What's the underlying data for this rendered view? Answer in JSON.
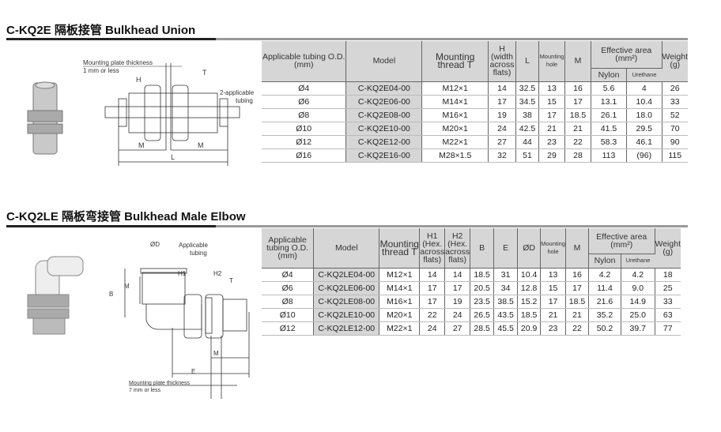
{
  "section1": {
    "title": "C-KQ2E  隔板接管 Bulkhead Union",
    "diagram": {
      "plate_label_1": "Mounting plate thickness",
      "plate_label_2": "1 mm or less",
      "h": "H",
      "t": "T",
      "tubing_1": "2-applicable",
      "tubing_2": "tubing",
      "m": "M",
      "l": "L"
    },
    "headers": {
      "tubing": "Applicable tubing O.D. (mm)",
      "model": "Model",
      "thread": "Mounting thread T",
      "h": "H (width across flats)",
      "l": "L",
      "hole": "Mounting hole",
      "m": "M",
      "eff": "Effective area (mm²)",
      "nylon": "Nylon",
      "urethane": "Urethane",
      "weight": "Weight (g)"
    },
    "rows": [
      [
        "Ø4",
        "C-KQ2E04-00",
        "M12×1",
        "14",
        "32.5",
        "13",
        "16",
        "5.6",
        "4",
        "26"
      ],
      [
        "Ø6",
        "C-KQ2E06-00",
        "M14×1",
        "17",
        "34.5",
        "15",
        "17",
        "13.1",
        "10.4",
        "33"
      ],
      [
        "Ø8",
        "C-KQ2E08-00",
        "M16×1",
        "19",
        "38",
        "17",
        "18.5",
        "26.1",
        "18.0",
        "52"
      ],
      [
        "Ø10",
        "C-KQ2E10-00",
        "M20×1",
        "24",
        "42.5",
        "21",
        "21",
        "41.5",
        "29.5",
        "70"
      ],
      [
        "Ø12",
        "C-KQ2E12-00",
        "M22×1",
        "27",
        "44",
        "23",
        "22",
        "58.3",
        "46.1",
        "90"
      ],
      [
        "Ø16",
        "C-KQ2E16-00",
        "M28×1.5",
        "32",
        "51",
        "29",
        "28",
        "113",
        "(96)",
        "115"
      ]
    ]
  },
  "section2": {
    "title": "C-KQ2LE  隔板弯接管 Bulkhead Male Elbow",
    "diagram": {
      "od": "ØD",
      "tubing_1": "Applicable",
      "tubing_2": "tubing",
      "h1": "H1",
      "h2": "H2",
      "t": "T",
      "b": "B",
      "m": "M",
      "m2": "M",
      "e": "E",
      "plate_label_1": "Mounting plate thickness",
      "plate_label_2": "7 mm or less"
    },
    "headers": {
      "tubing": "Applicable tubing O.D. (mm)",
      "model": "Model",
      "thread": "Mounting thread T",
      "h1": "H1 (Hex. across flats)",
      "h2": "H2 (Hex. across flats)",
      "b": "B",
      "e": "E",
      "od": "ØD",
      "hole": "Mounting hole",
      "m": "M",
      "eff": "Effective area (mm²)",
      "nylon": "Nylon",
      "urethane": "Urethane",
      "weight": "Weight (g)"
    },
    "rows": [
      [
        "Ø4",
        "C-KQ2LE04-00",
        "M12×1",
        "14",
        "14",
        "18.5",
        "31",
        "10.4",
        "13",
        "16",
        "4.2",
        "4.2",
        "18"
      ],
      [
        "Ø6",
        "C-KQ2LE06-00",
        "M14×1",
        "17",
        "17",
        "20.5",
        "34",
        "12.8",
        "15",
        "17",
        "11.4",
        "9.0",
        "25"
      ],
      [
        "Ø8",
        "C-KQ2LE08-00",
        "M16×1",
        "17",
        "19",
        "23.5",
        "38.5",
        "15.2",
        "17",
        "18.5",
        "21.6",
        "14.9",
        "33"
      ],
      [
        "Ø10",
        "C-KQ2LE10-00",
        "M20×1",
        "22",
        "24",
        "26.5",
        "43.5",
        "18.5",
        "21",
        "21",
        "35.2",
        "25.0",
        "63"
      ],
      [
        "Ø12",
        "C-KQ2LE12-00",
        "M22×1",
        "24",
        "27",
        "28.5",
        "45.5",
        "20.9",
        "23",
        "22",
        "50.2",
        "39.7",
        "77"
      ]
    ]
  }
}
